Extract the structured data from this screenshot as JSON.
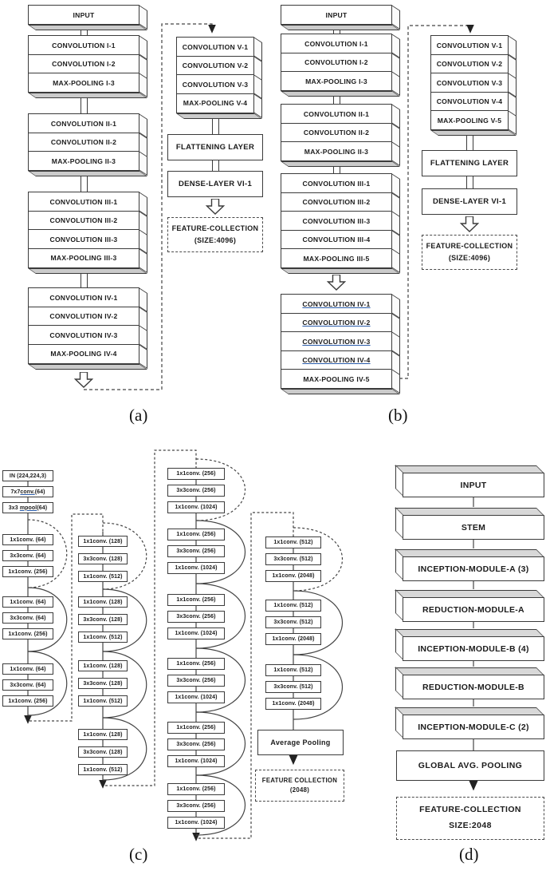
{
  "captions": {
    "a": "(a)",
    "b": "(b)",
    "c": "(c)",
    "d": "(d)"
  },
  "colors": {
    "box_border": "#3b3b3b",
    "bottom_face_gray": "#cbcbcb",
    "top_face_gray": "#d8d8d8",
    "underline_blue": "#2a5caa",
    "text": "#1b1b1b"
  },
  "panels": {
    "a": {
      "left_column_groups": [
        [
          "INPUT"
        ],
        [
          "CONVOLUTION I-1",
          "CONVOLUTION I-2",
          "MAX-POOLING I-3"
        ],
        [
          "CONVOLUTION II-1",
          "CONVOLUTION II-2",
          "MAX-POOLING II-3"
        ],
        [
          "CONVOLUTION III-1",
          "CONVOLUTION III-2",
          "CONVOLUTION III-3",
          "MAX-POOLING III-3"
        ],
        [
          "CONVOLUTION IV-1",
          "CONVOLUTION IV-2",
          "CONVOLUTION IV-3",
          "MAX-POOLING IV-4"
        ]
      ],
      "right_column_group": [
        "CONVOLUTION V-1",
        "CONVOLUTION V-2",
        "CONVOLUTION V-3",
        "MAX-POOLING V-4"
      ],
      "flat_boxes": [
        "FLATTENING LAYER",
        "DENSE-LAYER VI-1"
      ],
      "feature_box": [
        "FEATURE-COLLECTION",
        "(SIZE:4096)"
      ]
    },
    "b": {
      "left_column_groups": [
        [
          "INPUT"
        ],
        [
          "CONVOLUTION I-1",
          "CONVOLUTION I-2",
          "MAX-POOLING I-3"
        ],
        [
          "CONVOLUTION II-1",
          "CONVOLUTION II-2",
          "MAX-POOLING II-3"
        ],
        [
          "CONVOLUTION III-1",
          "CONVOLUTION III-2",
          "CONVOLUTION III-3",
          "CONVOLUTION III-4",
          "MAX-POOLING III-5"
        ],
        [
          "CONVOLUTION IV-1",
          "CONVOLUTION IV-2",
          "CONVOLUTION IV-3",
          "CONVOLUTION IV-4",
          "MAX-POOLING IV-5"
        ]
      ],
      "underlined_boxes": [
        "CONVOLUTION IV-1",
        "CONVOLUTION IV-2",
        "CONVOLUTION IV-3",
        "CONVOLUTION IV-4"
      ],
      "right_column_group": [
        "CONVOLUTION V-1",
        "CONVOLUTION V-2",
        "CONVOLUTION V-3",
        "CONVOLUTION V-4",
        "MAX-POOLING V-5"
      ],
      "flat_boxes": [
        "FLATTENING LAYER",
        "DENSE-LAYER VI-1"
      ],
      "feature_box": [
        "FEATURE-COLLECTION",
        "(SIZE:4096)"
      ]
    },
    "c": {
      "stem_boxes": [
        "IN (224,224,3)",
        "7x7conv.(64)",
        "3x3 mpool(64)"
      ],
      "underline_parts": {
        "7x7conv.(64)": "conv.",
        "3x3 mpool(64)": "mpool"
      },
      "columns": [
        {
          "block": [
            "1x1conv. (64)",
            "3x3conv. (64)",
            "1x1conv. (256)"
          ],
          "repeat": 3
        },
        {
          "block": [
            "1x1conv. (128)",
            "3x3conv. (128)",
            "1x1conv. (512)"
          ],
          "repeat": 4
        },
        {
          "block": [
            "1x1conv. (256)",
            "3x3conv. (256)",
            "1x1conv. (1024)"
          ],
          "repeat": 6
        },
        {
          "block": [
            "1x1conv. (512)",
            "3x3conv. (512)",
            "1x1conv. (2048)"
          ],
          "repeat": 3
        }
      ],
      "avg_pool_box": "Average Pooling",
      "feature_box": [
        "FEATURE COLLECTION",
        "(2048)"
      ]
    },
    "d": {
      "slabs": [
        "INPUT",
        "STEM",
        "INCEPTION-MODULE-A (3)",
        "REDUCTION-MODULE-A",
        "INCEPTION-MODULE-B (4)",
        "REDUCTION-MODULE-B",
        "INCEPTION-MODULE-C (2)"
      ],
      "pool_box": "GLOBAL AVG. POOLING",
      "feature_box": [
        "FEATURE-COLLECTION",
        "SIZE:2048"
      ]
    }
  }
}
